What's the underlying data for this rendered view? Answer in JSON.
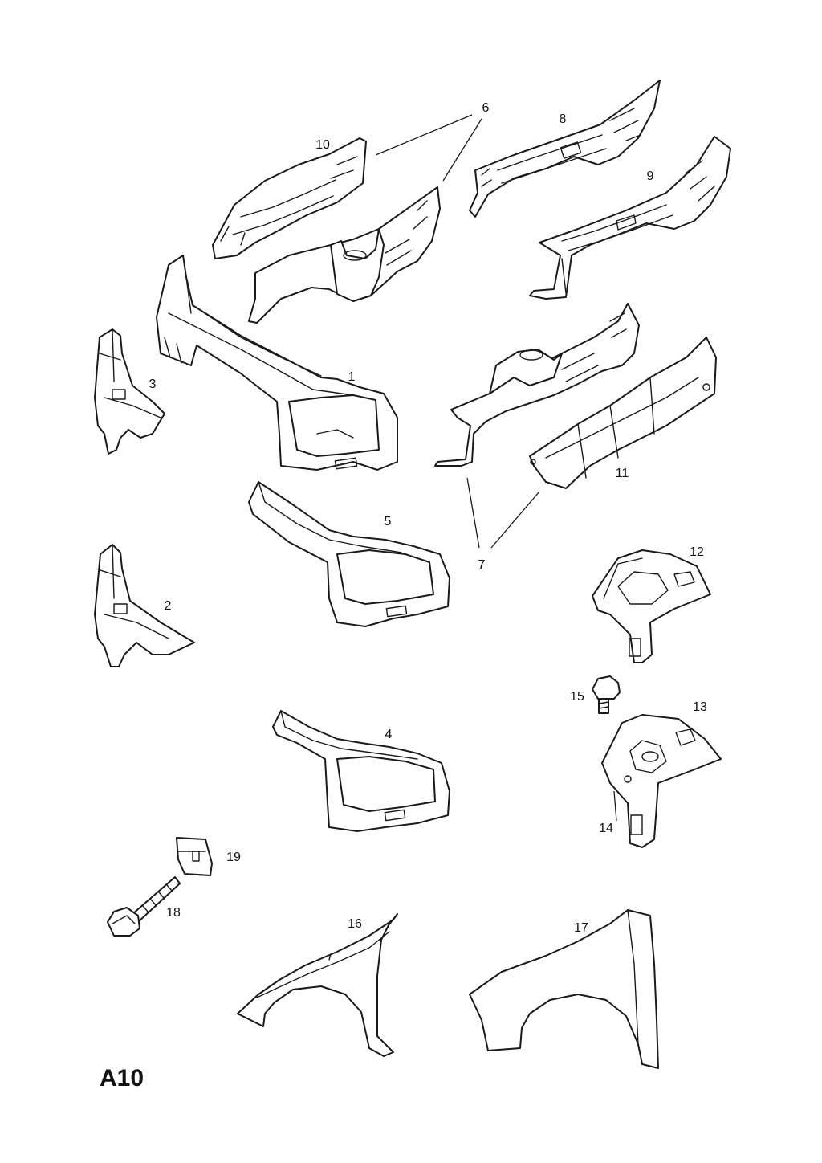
{
  "diagram": {
    "page_code": "A10",
    "callouts": {
      "c1": "1",
      "c2": "2",
      "c3": "3",
      "c4": "4",
      "c5": "5",
      "c6": "6",
      "c7": "7",
      "c8": "8",
      "c9": "9",
      "c10": "10",
      "c11": "11",
      "c12": "12",
      "c13": "13",
      "c14": "14",
      "c15": "15",
      "c16": "16",
      "c17": "17",
      "c18": "18",
      "c19": "19"
    }
  }
}
